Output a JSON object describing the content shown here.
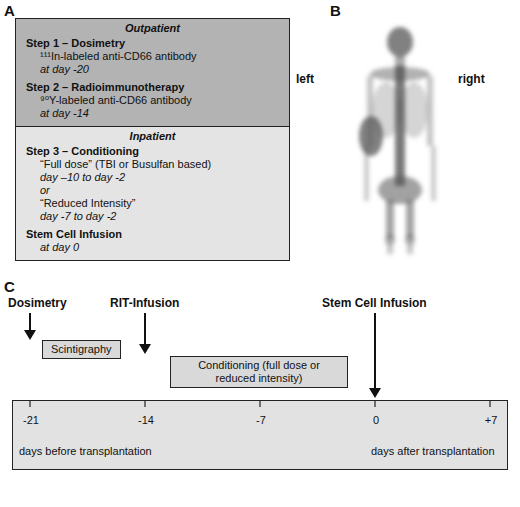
{
  "diagram": {
    "nodes": [
      {
        "text": [
          "Outpatient",
          "Step 1 – Dosimetry",
          "¹¹¹In-labeled anti-CD66 antibody",
          "at day -20",
          "Step 2 – Radioimmunotherapy",
          "⁹⁰Y-labeled anti-CD66 antibody",
          "at day -14"
        ]
      },
      {
        "text": [
          "Inpatient",
          "Step 3 – Conditioning",
          "“Full dose” (TBI or Busulfan based)",
          "day –10 to day -2",
          "or",
          "“Reduced Intensity”",
          "day -7 to day -2",
          "Stem Cell Infusion",
          "at day 0"
        ]
      },
      {
        "text": [
          "Scintigraphy"
        ]
      },
      {
        "text": [
          "Conditioning (full dose or reduced intensity)"
        ]
      },
      {
        "text": [
          "-21",
          "-14",
          "-7",
          "0",
          "+7",
          "days before transplantation",
          "days after transplantation"
        ]
      }
    ],
    "labels": [
      "A",
      "B",
      "C",
      "left",
      "right",
      "Dosimetry",
      "RIT-Infusion",
      "Stem Cell Infusion"
    ]
  }
}
